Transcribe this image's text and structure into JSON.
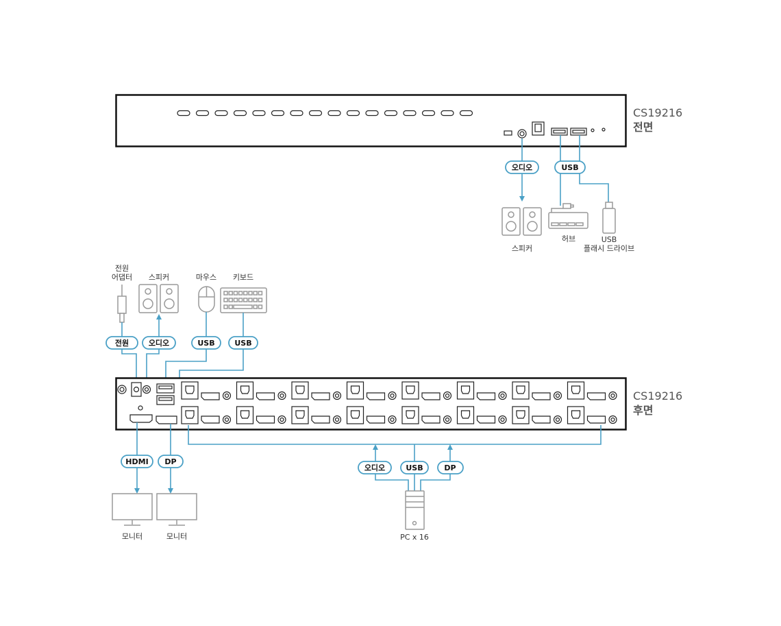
{
  "front": {
    "model": "CS19216",
    "side": "전면"
  },
  "rear": {
    "model": "CS19216",
    "side": "후면"
  },
  "front_labels": {
    "audio_pill": "오디오",
    "usb_pill": "USB",
    "speaker": "스피커",
    "hub": "허브",
    "usb_drive_1": "USB",
    "usb_drive_2": "플래시 드라이브"
  },
  "rear_top_labels": {
    "power_1": "전원",
    "power_2": "어댑터",
    "speaker": "스피커",
    "mouse": "마우스",
    "keyboard": "키보드"
  },
  "rear_top_pills": {
    "power": "전원",
    "audio": "오디오",
    "usb_mouse": "USB",
    "usb_keyboard": "USB"
  },
  "rear_bottom": {
    "hdmi_pill": "HDMI",
    "dp_pill": "DP",
    "monitor_1": "모니터",
    "monitor_2": "모니터",
    "pc_audio_pill": "오디오",
    "pc_usb_pill": "USB",
    "pc_dp_pill": "DP",
    "pc_label": "PC x 16"
  },
  "colors": {
    "cable": "#4aa0c6",
    "device": "#999999",
    "panel": "#222222"
  }
}
